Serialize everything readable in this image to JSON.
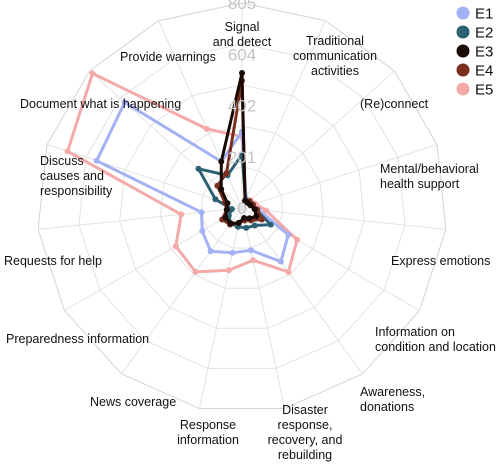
{
  "chart_data": {
    "type": "radar",
    "axes": [
      "Signal\nand detect",
      "Traditional\ncommunication\nactivities",
      "(Re)connect",
      "Mental/behavioral\nhealth support",
      "Express emotions",
      "Information on\ncondition and location",
      "Awareness,\ndonations",
      "Disaster\nresponse,\nrecovery, and\nrebuilding",
      "Response\ninformation",
      "News coverage",
      "Preparedness information",
      "Requests for help",
      "Discuss\ncauses and\nresponsibility",
      "Document what is happening",
      "Provide warnings"
    ],
    "tick_labels": [
      "0",
      "201",
      "402",
      "604",
      "805"
    ],
    "rlim": [
      0,
      805
    ],
    "legend_position": "top-right",
    "series": [
      {
        "name": "E1",
        "color": "#a3b1f5",
        "values": [
          300,
          40,
          35,
          40,
          65,
          210,
          260,
          170,
          180,
          210,
          180,
          160,
          600,
          620,
          200
        ]
      },
      {
        "name": "E2",
        "color": "#2c6173",
        "values": [
          210,
          35,
          40,
          45,
          55,
          130,
          85,
          80,
          75,
          75,
          60,
          40,
          110,
          230,
          140
        ]
      },
      {
        "name": "E3",
        "color": "#1a0a05",
        "values": [
          530,
          30,
          30,
          35,
          50,
          65,
          50,
          40,
          60,
          75,
          75,
          60,
          60,
          110,
          200
        ]
      },
      {
        "name": "E4",
        "color": "#7a2e1d",
        "values": [
          500,
          30,
          40,
          45,
          60,
          90,
          60,
          50,
          60,
          80,
          90,
          60,
          70,
          130,
          150
        ]
      },
      {
        "name": "E5",
        "color": "#f5aaaa",
        "values": [
          280,
          40,
          45,
          55,
          95,
          250,
          310,
          210,
          250,
          310,
          300,
          240,
          720,
          790,
          340
        ]
      }
    ]
  }
}
